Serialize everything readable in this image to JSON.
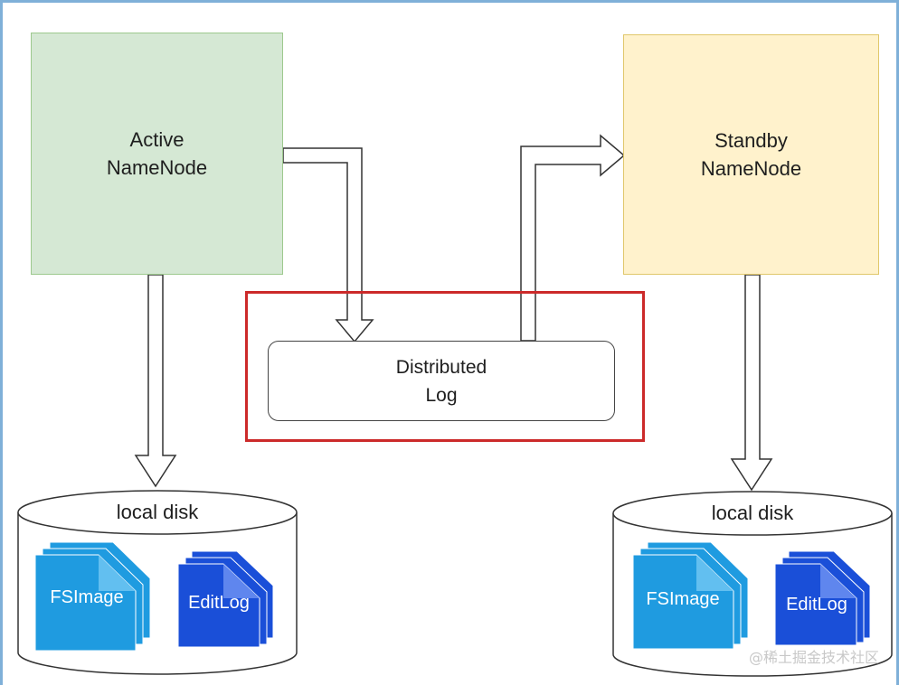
{
  "nodes": {
    "active": {
      "line1": "Active",
      "line2": "NameNode",
      "color": "#d5e8d4"
    },
    "standby": {
      "line1": "Standby",
      "line2": "NameNode",
      "color": "#fff2cc"
    },
    "log": {
      "line1": "Distributed",
      "line2": "Log"
    }
  },
  "disks": {
    "left": {
      "label": "local disk",
      "fsimage": "FSImage",
      "editlog": "EditLog"
    },
    "right": {
      "label": "local disk",
      "fsimage": "FSImage",
      "editlog": "EditLog"
    }
  },
  "colors": {
    "highlight": "#cc2a2a",
    "fsimage": "#1f9be0",
    "editlog": "#1a4fd8"
  },
  "watermark": "@稀土掘金技术社区"
}
